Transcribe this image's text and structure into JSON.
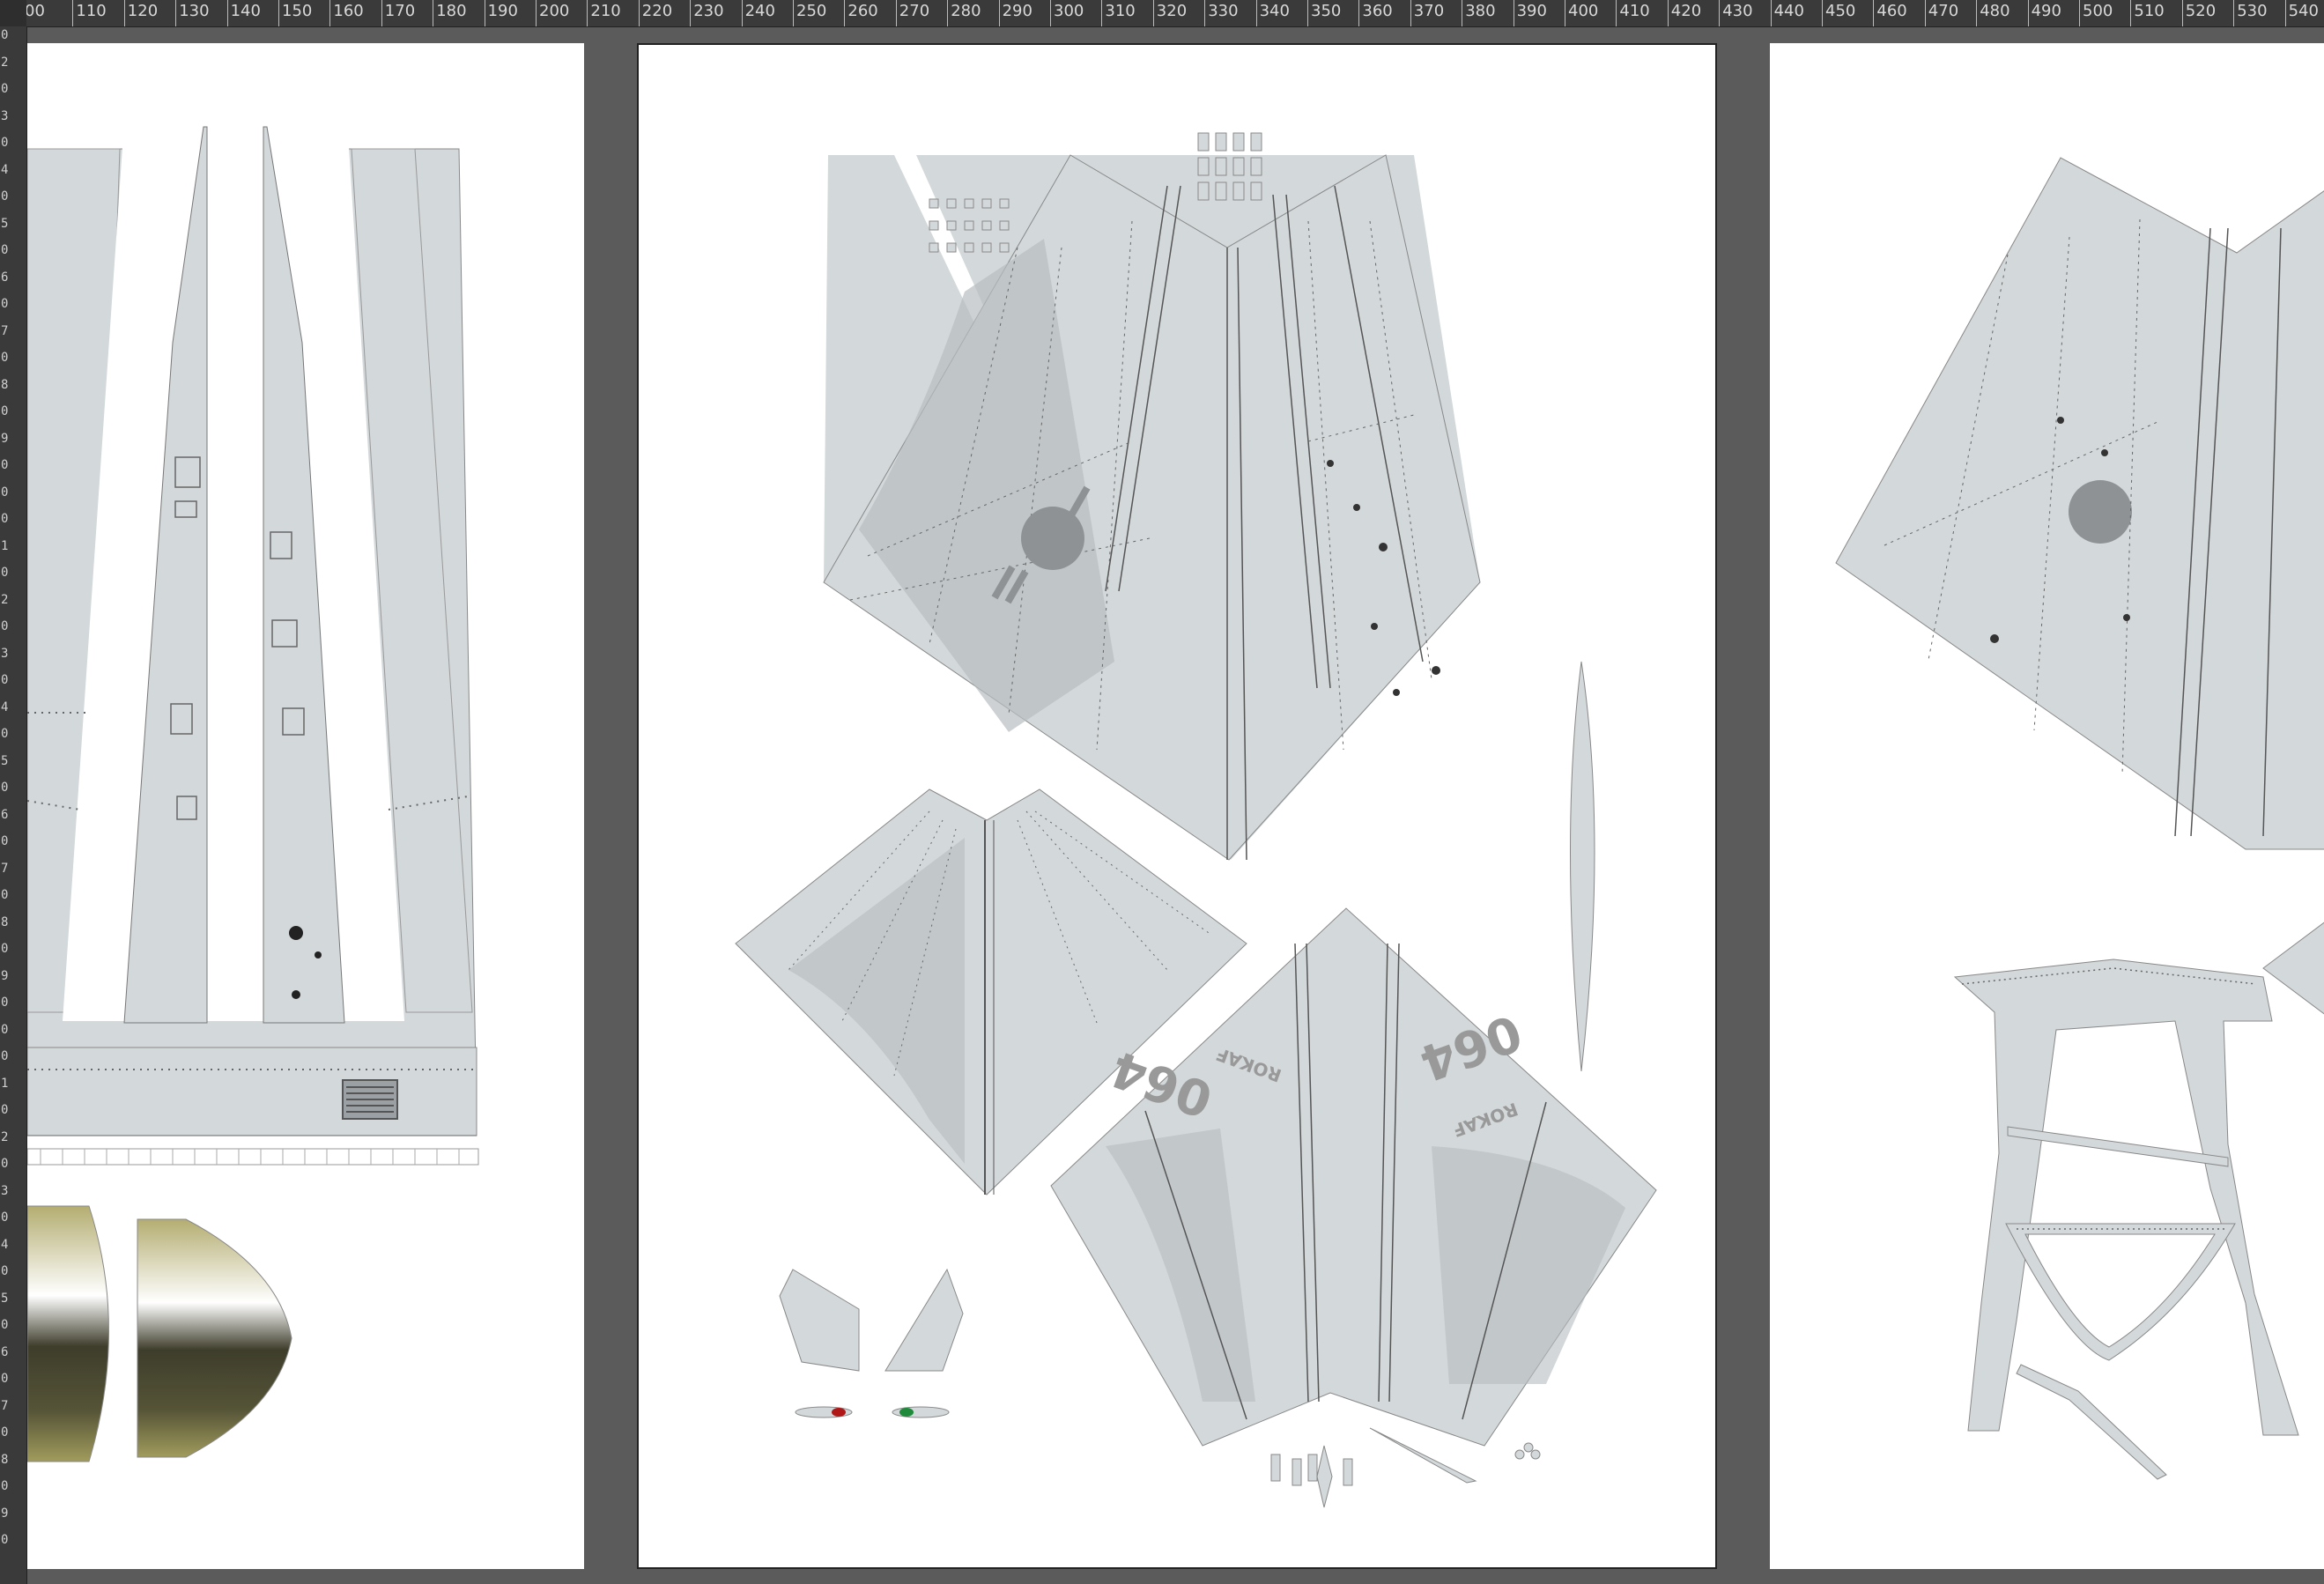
{
  "ruler": {
    "unit": "mm",
    "top_labels": [
      "00",
      "110",
      "120",
      "130",
      "140",
      "150",
      "160",
      "170",
      "180",
      "190",
      "200",
      "210",
      "220",
      "230",
      "240",
      "250",
      "260",
      "270",
      "280",
      "290",
      "300",
      "310",
      "320",
      "330",
      "340",
      "350",
      "360",
      "370",
      "380",
      "390",
      "400",
      "410",
      "420",
      "430",
      "440",
      "450",
      "460",
      "470",
      "480",
      "490",
      "500",
      "510",
      "520",
      "530",
      "540"
    ],
    "left_labels": [
      "0",
      "2",
      "0",
      "3",
      "0",
      "4",
      "0",
      "5",
      "0",
      "6",
      "0",
      "7",
      "0",
      "8",
      "0",
      "9",
      "0",
      "0",
      "0",
      "1",
      "0",
      "2",
      "0",
      "3",
      "0",
      "4",
      "0",
      "5",
      "0",
      "6",
      "0",
      "7",
      "0",
      "8",
      "0",
      "9",
      "0",
      "0",
      "0",
      "1",
      "0",
      "2",
      "0",
      "3",
      "0",
      "4",
      "0",
      "5",
      "0",
      "6",
      "0",
      "7",
      "0",
      "8",
      "0",
      "9",
      "0"
    ]
  },
  "pages": {
    "left_label": "left-page",
    "center_label": "center-page",
    "right_label": "right-page"
  },
  "markings": {
    "serial_top": "064",
    "serial_small": "ROKAF",
    "tail_mark": "II"
  },
  "colors": {
    "workspace": "#5b5b5b",
    "ruler": "#3a3a3a",
    "panel": "#d3d8da",
    "panel_line": "#5a5f63",
    "camo": "#b8bdc0",
    "roundel": "#8e9294",
    "nav_red": "#b01818",
    "nav_green": "#1e8a3a"
  }
}
